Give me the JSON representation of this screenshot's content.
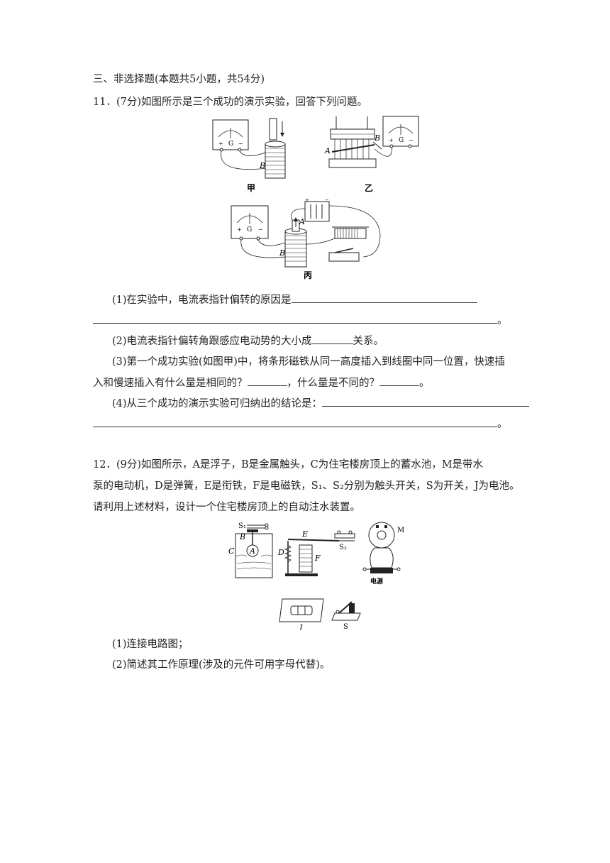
{
  "section_title": "三、非选择题(本题共5小题，共54分)",
  "q11": {
    "stem": "11．(7分)如图所示是三个成功的演示实验，回答下列问题。",
    "fig": {
      "cap_a": "甲",
      "cap_b": "乙",
      "cap_c": "丙",
      "meter": "G",
      "plus": "+",
      "minus": "−",
      "lbl_A": "A",
      "lbl_B": "B"
    },
    "p1": "(1)在实验中，电流表指针偏转的原因是",
    "end_mark": "。",
    "p2_a": "(2)电流表指针偏转角跟感应电动势的大小成",
    "p2_b": "关系。",
    "p3_a": "(3)第一个成功实验(如图甲)中，将条形磁铁从同一高度插入到线圈中同一位置，快速插",
    "p3_b": "入和慢速插入有什么量是相同的？",
    "p3_c": "，什么量是不同的？",
    "p4": "(4)从三个成功的演示实验可归纳出的结论是："
  },
  "q12": {
    "stem_a": "12．(9分)如图所示，A是浮子，B是金属触头，C为住宅楼房顶上的蓄水池，M是带水",
    "stem_b": "泵的电动机，D是弹簧，E是衔铁，F是电磁铁，S₁、S₂分别为触头开关，S为开关，J为电池。",
    "stem_c": "请利用上述材料，设计一个住宅楼房顶上的自动注水装置。",
    "fig": {
      "S1": "S₁",
      "S2": "S₂",
      "A": "A",
      "B": "B",
      "C": "C",
      "D": "D",
      "E": "E",
      "F": "F",
      "M": "M",
      "J": "J",
      "S": "S",
      "power": "电源"
    },
    "p1": "(1)连接电路图；",
    "p2": "(2)简述其工作原理(涉及的元件可用字母代替)。"
  }
}
